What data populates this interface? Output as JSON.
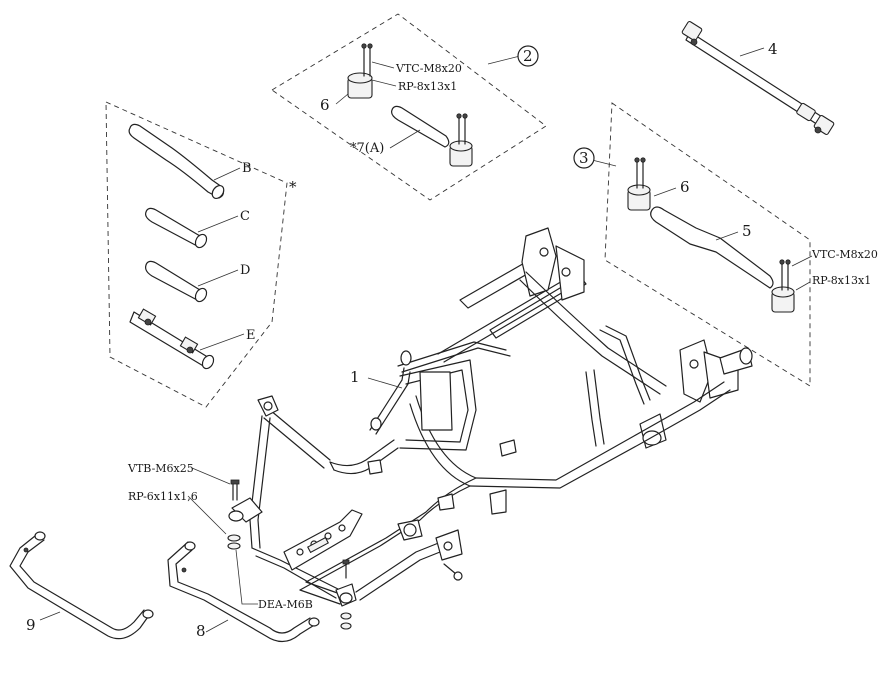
{
  "labels": {
    "frame": "1",
    "group2": "2",
    "group3": "3",
    "axle": "4",
    "pivot_tube": "5",
    "bushing_a": "6",
    "bushing_b": "6",
    "tube_7a": "*7(A)",
    "bumper_8": "8",
    "bumper_9": "9",
    "option_b": "B",
    "option_c": "C",
    "option_d": "D",
    "option_e": "E",
    "asterisk": "*",
    "vtc_a": "VTC-M8x20",
    "rp_a": "RP-8x13x1",
    "vtc_b": "VTC-M8x20",
    "rp_b": "RP-8x13x1",
    "vtb": "VTB-M6x25",
    "rp_small": "RP-6x11x1,6",
    "del": "DEA-M6B"
  }
}
